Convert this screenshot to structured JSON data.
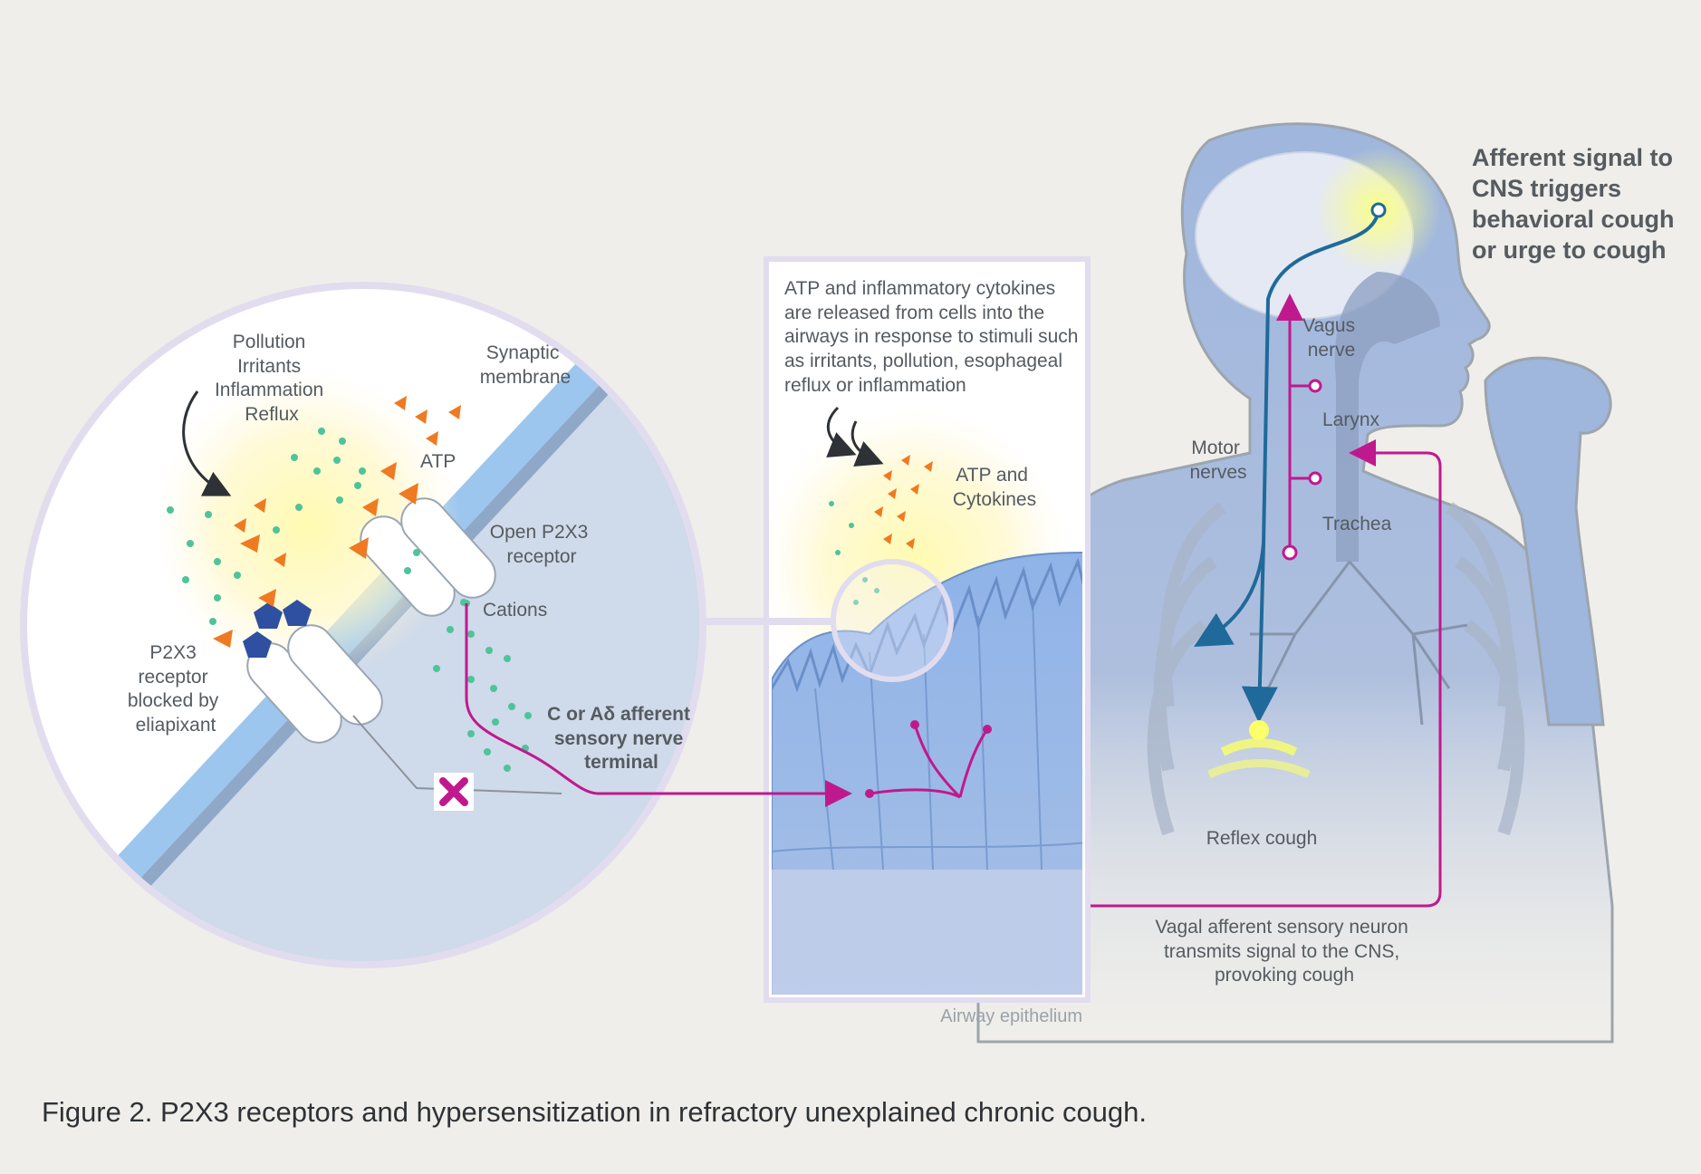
{
  "caption": "Figure 2. P2X3 receptors and hypersensitization in refractory unexplained chronic cough.",
  "zoom_circle": {
    "stimuli": [
      "Pollution",
      "Irritants",
      "Inflammation",
      "Reflux"
    ],
    "synaptic_membrane": [
      "Synaptic",
      "membrane"
    ],
    "atp": "ATP",
    "open_receptor": [
      "Open P2X3",
      "receptor"
    ],
    "cations": "Cations",
    "blocked_receptor": [
      "P2X3",
      "receptor",
      "blocked by",
      "eliapixant"
    ],
    "nerve_terminal": [
      "C or Aδ afferent",
      "sensory nerve",
      "terminal"
    ]
  },
  "epithelium_panel": {
    "description": [
      "ATP and inflammatory cytokines",
      "are released from cells into the",
      "airways in response to stimuli such",
      "as irritants, pollution, esophageal",
      "reflux or inflammation"
    ],
    "atp_cytokines": [
      "ATP and",
      "Cytokines"
    ],
    "panel_label": "Airway epithelium"
  },
  "body": {
    "afferent_signal": [
      "Afferent signal to",
      "CNS triggers",
      "behavioral cough",
      "or urge to cough"
    ],
    "vagus_nerve": [
      "Vagus",
      "nerve"
    ],
    "larynx": "Larynx",
    "motor_nerves": [
      "Motor",
      "nerves"
    ],
    "trachea": "Trachea",
    "reflex_cough": "Reflex cough",
    "vagal_afferent": [
      "Vagal afferent sensory neuron",
      "transmits signal to the CNS,",
      "provoking cough"
    ]
  },
  "colors": {
    "background": "#efeeea",
    "magenta": "#c0198e",
    "nerve_blue": "#1f6a9a",
    "atp_orange": "#ef7a22",
    "cation_green": "#4fc39a",
    "blocker_navy": "#2f4fa0",
    "body_blue": "#9fb6dd"
  }
}
